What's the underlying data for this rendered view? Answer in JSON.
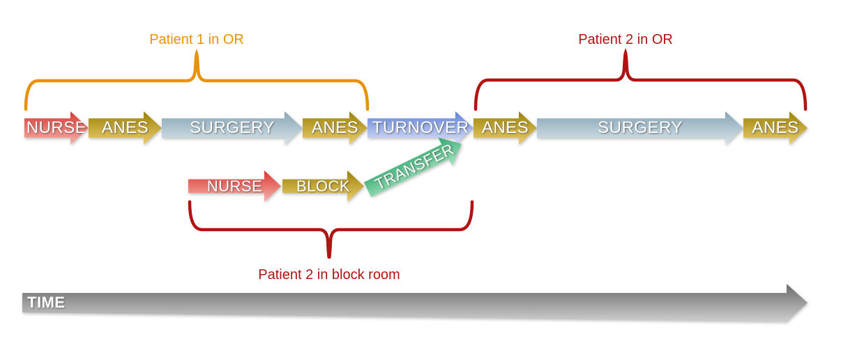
{
  "annotations": {
    "patient1_or": "Patient 1 in OR",
    "patient2_or": "Patient 2 in OR",
    "patient2_block": "Patient 2 in block room"
  },
  "time_axis": {
    "label": "TIME"
  },
  "or_timeline": {
    "segments": [
      {
        "label": "NURSE",
        "color": "nurse"
      },
      {
        "label": "ANES",
        "color": "anes"
      },
      {
        "label": "SURGERY",
        "color": "surgery"
      },
      {
        "label": "ANES",
        "color": "anes"
      },
      {
        "label": "TURNOVER",
        "color": "turnover"
      },
      {
        "label": "ANES",
        "color": "anes"
      },
      {
        "label": "SURGERY",
        "color": "surgery"
      },
      {
        "label": "ANES",
        "color": "anes"
      }
    ]
  },
  "block_room_timeline": {
    "segments": [
      {
        "label": "NURSE",
        "color": "nurse"
      },
      {
        "label": "BLOCK",
        "color": "block"
      },
      {
        "label": "TRANSFER",
        "color": "transfer"
      }
    ]
  },
  "colors": {
    "nurse_top": "#D83830",
    "nurse_bottom": "#F8B4AE",
    "anes_top": "#9A8106",
    "anes_bottom": "#EDCE6F",
    "block_top": "#9A8106",
    "block_bottom": "#EDCE6F",
    "surgery_top": "#86A4B5",
    "surgery_bottom": "#D9E5EB",
    "turnover_top": "#5C80D8",
    "turnover_bottom": "#E0E5F8",
    "transfer_top": "#2FA86E",
    "transfer_bottom": "#A9E4C1",
    "time_top": "#6B6B6B",
    "time_bottom": "#CDCDCD",
    "patient1_accent": "#E8920B",
    "patient2_accent": "#B01312"
  }
}
